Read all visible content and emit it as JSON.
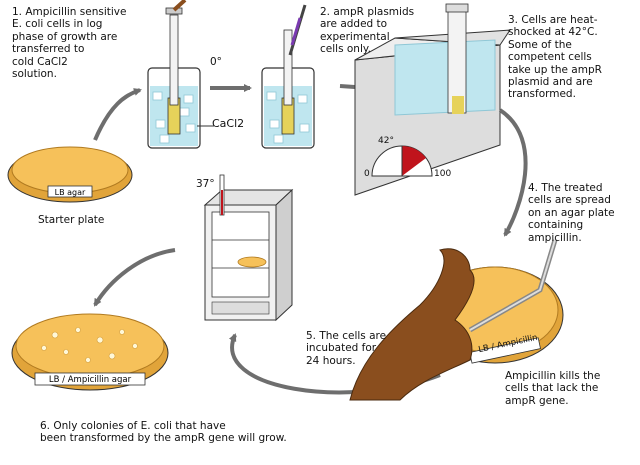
{
  "steps": {
    "s1": "1. Ampicillin sensitive\nE. coli cells in log\nphase of growth are\ntransferred to\ncold CaCl2\nsolution.",
    "s2": "2. ampR plasmids\nare added to\nexperimental\ncells only.",
    "s3": "3. Cells are heat-\nshocked at 42°C.\nSome of the\ncompetent cells\ntake up the ampR\nplasmid and are\ntransformed.",
    "s4": "4. The treated\ncells are spread\non an agar plate\ncontaining\nampicillin.",
    "s5": "5. The cells are\nincubated for\n24 hours.",
    "s6": "6. Only colonies of E. coli that have\nbeen transformed by the ampR gene will grow.",
    "kill": "Ampicillin kills the\ncells that lack the\nampR gene."
  },
  "labels": {
    "starter_plate": "Starter plate",
    "lb_agar": "LB agar",
    "lb_amp_plate4": "LB / Ampicillin",
    "lb_amp_plate6": "LB / Ampicillin agar",
    "cacl2": "CaCl2",
    "zero_deg": "0°",
    "incubator_temp": "37°",
    "gauge_value": "42°",
    "gauge_min": "0",
    "gauge_max": "100"
  },
  "colors": {
    "agar": "#f6c15a",
    "agar_rim": "#e1a43a",
    "water": "#bfe6ef",
    "water_dark": "#8fc7d6",
    "gauge_red": "#c0141c",
    "arrow": "#6e6e6e",
    "hand": "#8a4e1e"
  }
}
